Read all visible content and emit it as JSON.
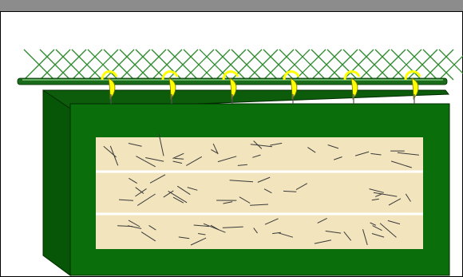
{
  "diagram": {
    "title_bar_color": "#8c8c8c",
    "colors": {
      "netting": "#2e8b2e",
      "rail": "#1a6b1a",
      "rail_highlight": "#7ec87e",
      "box_front": "#0a6e0a",
      "box_side": "#075507",
      "box_top": "#0c5c0c",
      "box_outline": "#002a00",
      "filling": "#f2e4bd",
      "straw": "#3a3a3a",
      "band": "#ffffff",
      "clip_fill": "#ffff00",
      "clip_stroke": "#7a7a00"
    },
    "clip_count": 6,
    "band_count": 2,
    "icons": [
      "netting",
      "support-rail",
      "spring-clip",
      "planter-box",
      "fiber-fill",
      "binding-band"
    ]
  }
}
